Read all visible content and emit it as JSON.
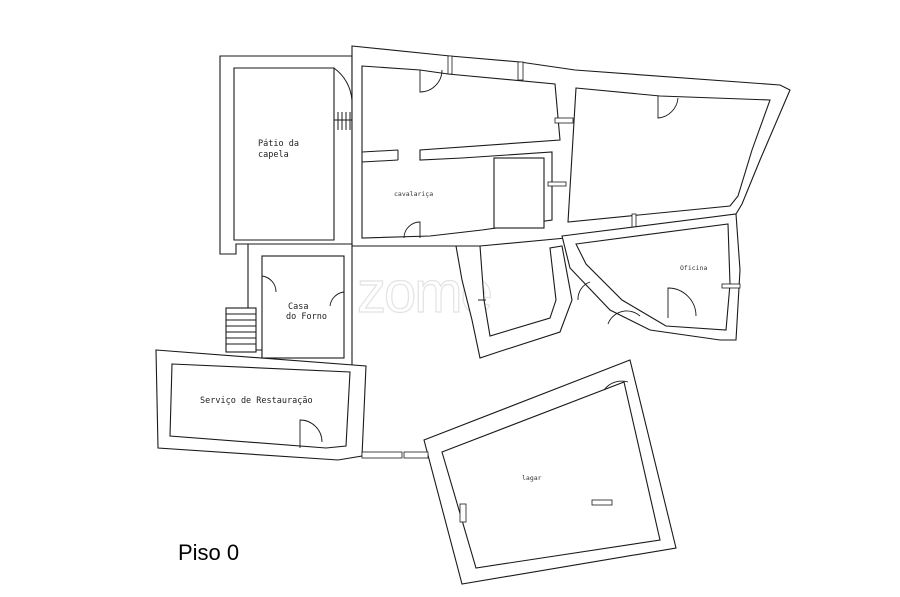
{
  "floor_label": "Piso 0",
  "watermark": "zome",
  "rooms": {
    "patio": [
      "Pátio da",
      "capela"
    ],
    "cavalarica": "cavalariça",
    "casa_forno": [
      "Casa",
      "do Forno"
    ],
    "restauracao": "Serviço de Restauração",
    "oficina": "Oficina",
    "lagar": "lagar"
  }
}
